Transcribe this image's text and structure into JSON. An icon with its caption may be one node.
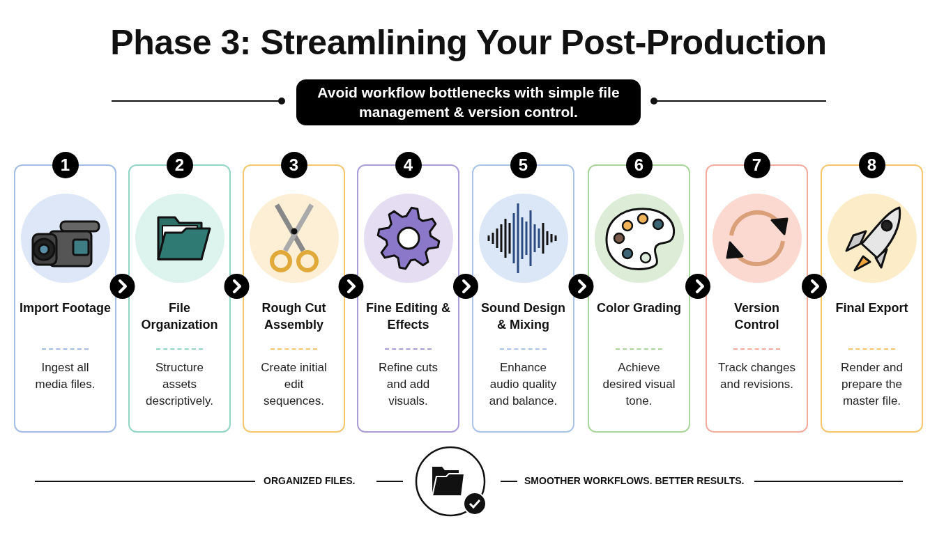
{
  "diagram": {
    "title": "Phase 3: Streamlining Your Post-Production",
    "nodes": [
      {
        "text": [
          "Avoid workflow bottlenecks with simple file management & version control."
        ]
      },
      {
        "text": [
          "1",
          "Import Footage",
          "Ingest all media files."
        ]
      },
      {
        "text": [
          "2",
          "File Organization",
          "Structure assets descriptively."
        ]
      },
      {
        "text": [
          "3",
          "Rough Cut Assembly",
          "Create initial edit sequences."
        ]
      },
      {
        "text": [
          "4",
          "Fine Editing & Effects",
          "Refine cuts and add visuals."
        ]
      },
      {
        "text": [
          "5",
          "Sound Design & Mixing",
          "Enhance audio quality and balance."
        ]
      },
      {
        "text": [
          "6",
          "Color Grading",
          "Achieve desired visual tone."
        ]
      },
      {
        "text": [
          "7",
          "Version Control",
          "Track changes and revisions."
        ]
      },
      {
        "text": [
          "8",
          "Final Export",
          "Render and prepare the master file."
        ]
      }
    ],
    "edges": [
      {
        "from": 1,
        "to": 2,
        "arrow": "to"
      },
      {
        "from": 2,
        "to": 3,
        "arrow": "to"
      },
      {
        "from": 3,
        "to": 4,
        "arrow": "to"
      },
      {
        "from": 4,
        "to": 5,
        "arrow": "to"
      },
      {
        "from": 5,
        "to": 6,
        "arrow": "to"
      },
      {
        "from": 6,
        "to": 7,
        "arrow": "to"
      },
      {
        "from": 7,
        "to": 8,
        "arrow": "to"
      }
    ],
    "labels": [
      "ORGANIZED FILES.",
      "SMOOTHER WORKFLOWS. BETTER RESULTS."
    ]
  }
}
